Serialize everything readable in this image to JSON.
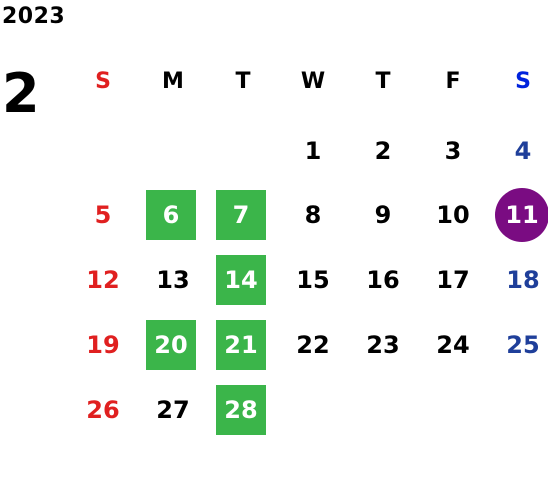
{
  "calendar": {
    "year": "2023",
    "month": "2",
    "weekdays": [
      "S",
      "M",
      "T",
      "W",
      "T",
      "F",
      "S"
    ],
    "weeks": [
      [
        "",
        "",
        "",
        "1",
        "2",
        "3",
        "4"
      ],
      [
        "5",
        "6",
        "7",
        "8",
        "9",
        "10",
        "11"
      ],
      [
        "12",
        "13",
        "14",
        "15",
        "16",
        "17",
        "18"
      ],
      [
        "19",
        "20",
        "21",
        "22",
        "23",
        "24",
        "25"
      ],
      [
        "26",
        "27",
        "28",
        "",
        "",
        "",
        ""
      ]
    ],
    "highlighted_days": [
      "6",
      "7",
      "14",
      "20",
      "21",
      "28"
    ],
    "circled_day": "11"
  },
  "colors": {
    "sunday": "#e02020",
    "saturday": "#1f3f9a",
    "saturday_header": "#0022dd",
    "highlight_green": "#3bb54a",
    "circle_purple": "#7a0c82"
  }
}
